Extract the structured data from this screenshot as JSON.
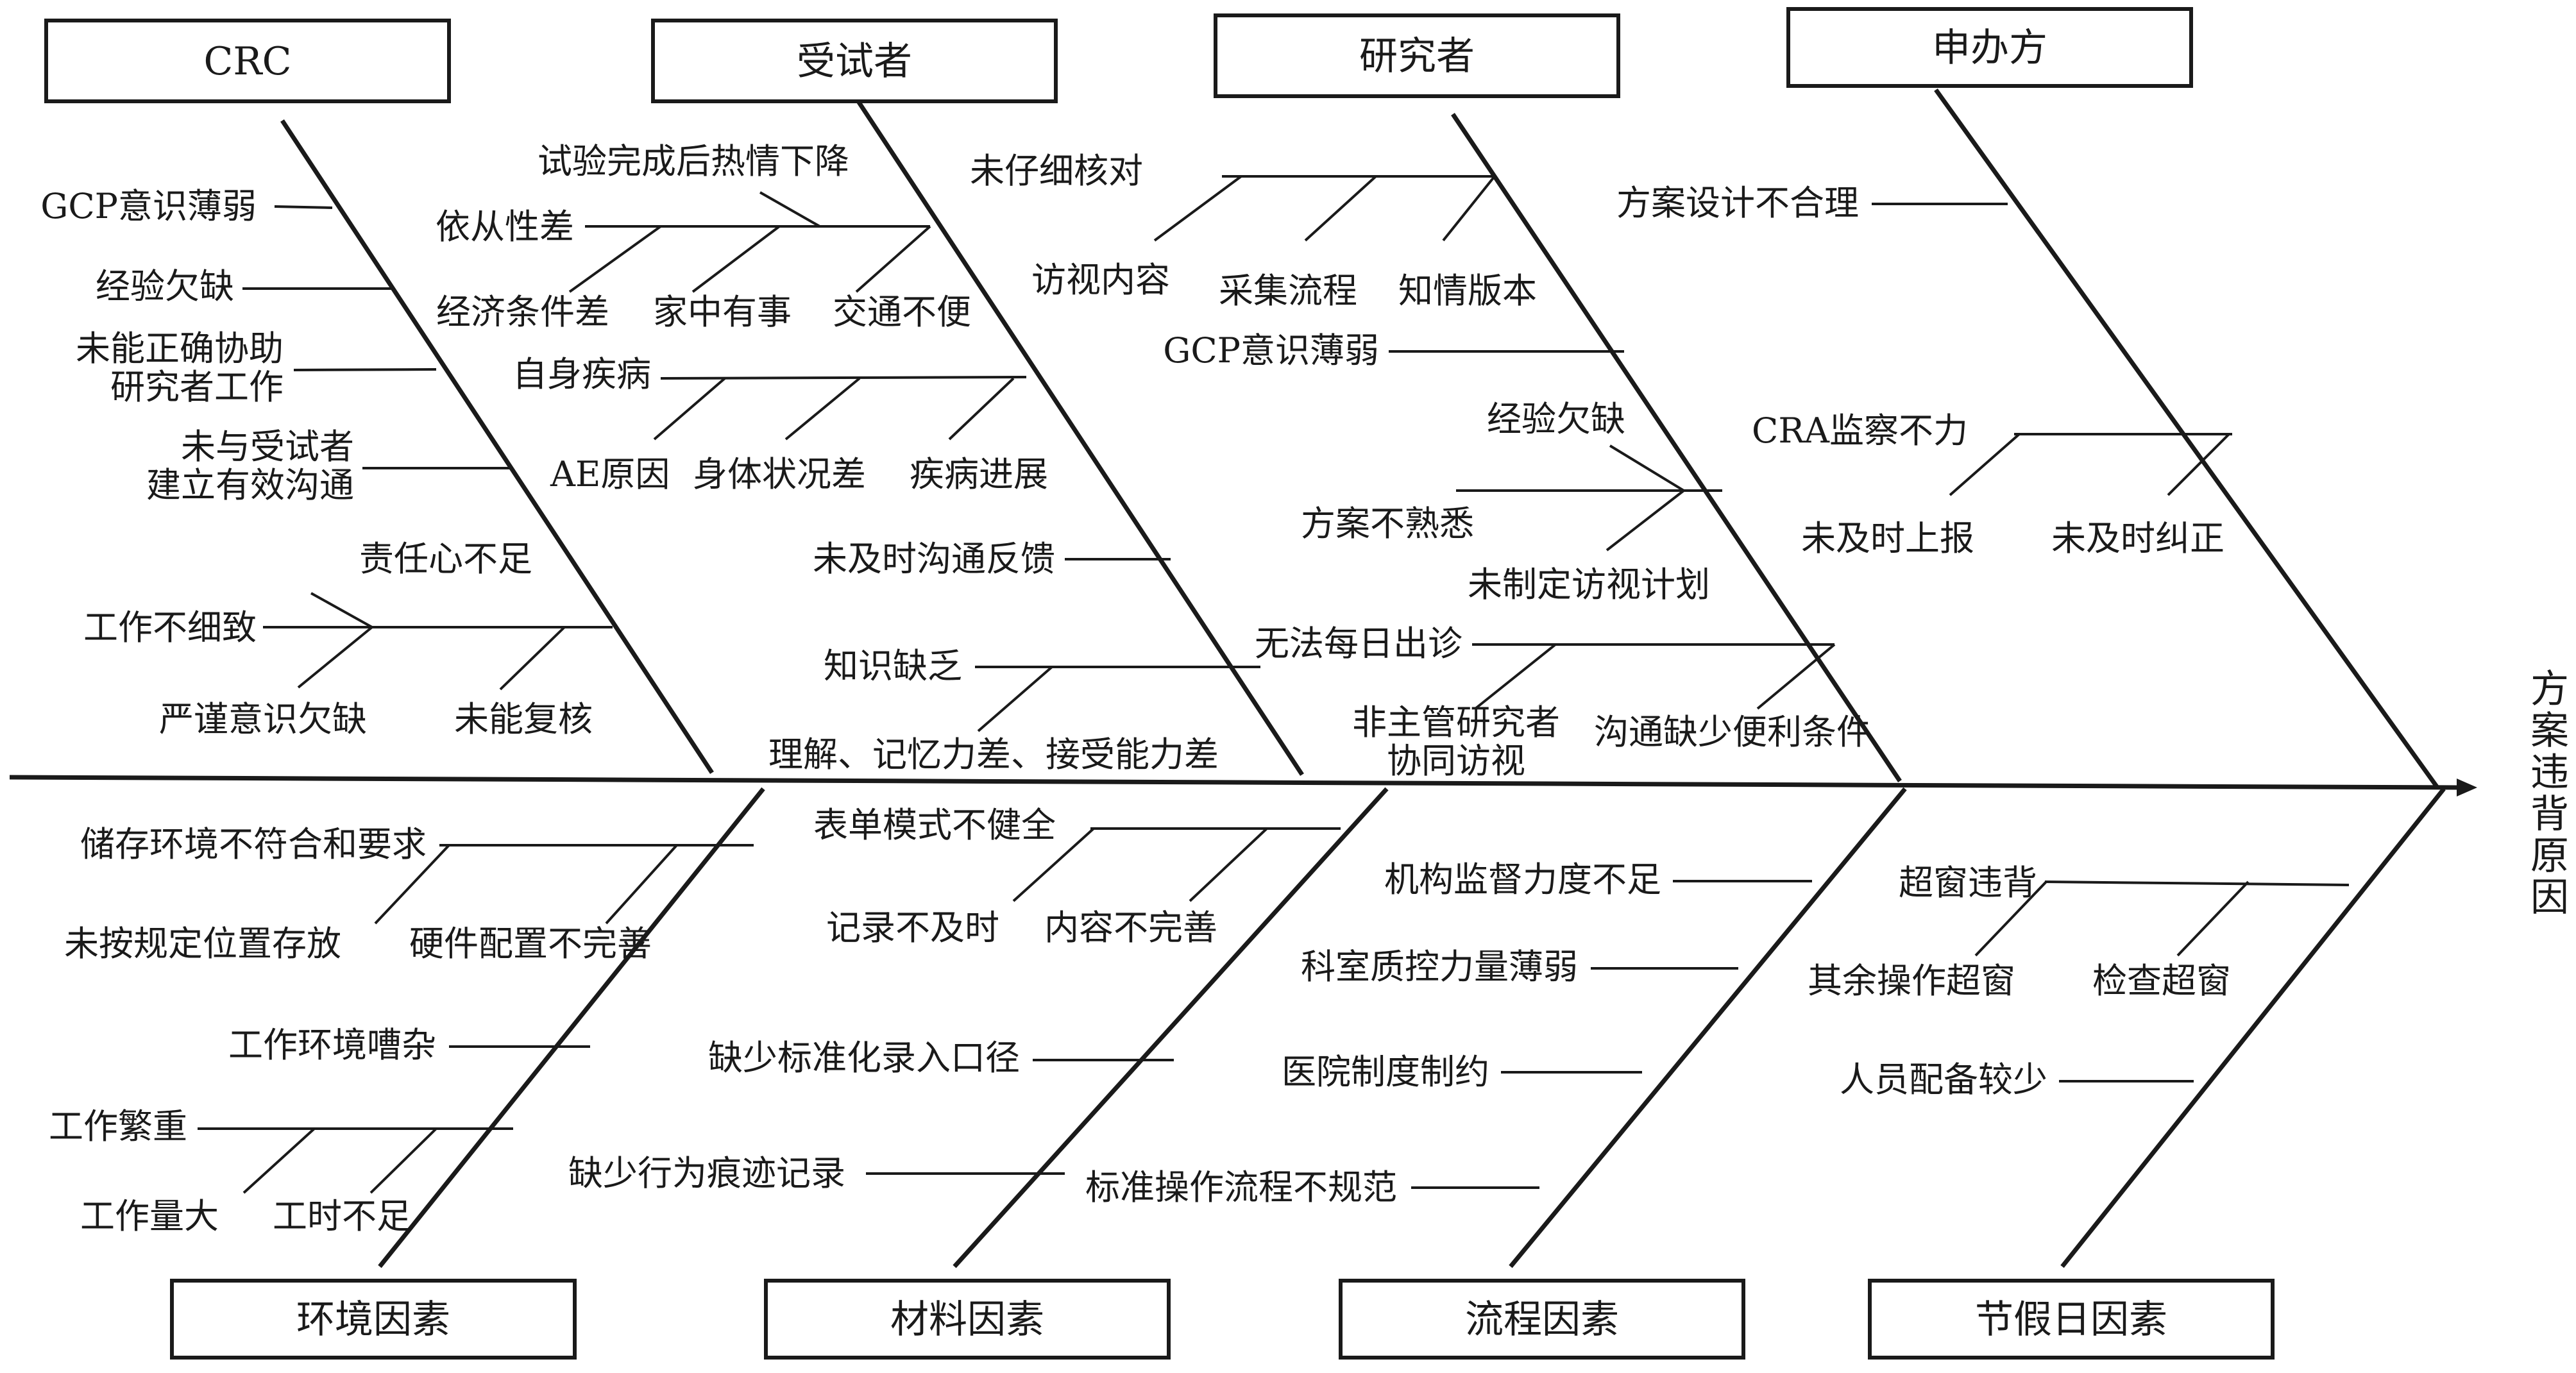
{
  "effect": [
    "方",
    "案",
    "违",
    "背",
    "原",
    "因"
  ],
  "categories": {
    "crc": "CRC",
    "subject": "受试者",
    "investigator": "研究者",
    "sponsor": "申办方",
    "environment": "环境因素",
    "material": "材料因素",
    "process": "流程因素",
    "holiday": "节假日因素"
  },
  "crc": {
    "gcp": "GCP意识薄弱",
    "experience": "经验欠缺",
    "assist_1": "未能正确协助",
    "assist_2": "研究者工作",
    "comm_1": "未与受试者",
    "comm_2": "建立有效沟通",
    "responsibility": "责任心不足",
    "careless": "工作不细致",
    "rigor": "严谨意识欠缺",
    "recheck": "未能复核"
  },
  "subject": {
    "enthusiasm": "试验完成后热情下降",
    "compliance": "依从性差",
    "economic": "经济条件差",
    "family": "家中有事",
    "traffic": "交通不便",
    "disease": "自身疾病",
    "ae": "AE原因",
    "health": "身体状况差",
    "progress": "疾病进展",
    "feedback": "未及时沟通反馈",
    "knowledge": "知识缺乏",
    "ability": "理解、记忆力差、接受能力差"
  },
  "investigator": {
    "verify": "未仔细核对",
    "visit_content": "访视内容",
    "collection": "采集流程",
    "consent": "知情版本",
    "gcp": "GCP意识薄弱",
    "experience": "经验欠缺",
    "unfamiliar": "方案不熟悉",
    "plan": "未制定访视计划",
    "daily": "无法每日出诊",
    "nonmain_1": "非主管研究者",
    "nonmain_2": "协同访视",
    "convenience": "沟通缺少便利条件"
  },
  "sponsor": {
    "design": "方案设计不合理",
    "cra": "CRA监察不力",
    "report": "未及时上报",
    "correct": "未及时纠正"
  },
  "environment": {
    "storage": "储存环境不符合和要求",
    "location": "未按规定位置存放",
    "hardware": "硬件配置不完善",
    "noisy": "工作环境嘈杂",
    "heavy": "工作繁重",
    "workload": "工作量大",
    "hours": "工时不足"
  },
  "material": {
    "form": "表单模式不健全",
    "timely": "记录不及时",
    "incomplete": "内容不完善",
    "standard": "缺少标准化录入口径",
    "trace": "缺少行为痕迹记录"
  },
  "process": {
    "supervision": "机构监督力度不足",
    "quality": "科室质控力量薄弱",
    "policy": "医院制度制约",
    "sop": "标准操作流程不规范"
  },
  "holiday": {
    "window": "超窗违背",
    "other": "其余操作超窗",
    "exam": "检查超窗",
    "staff": "人员配备较少"
  }
}
